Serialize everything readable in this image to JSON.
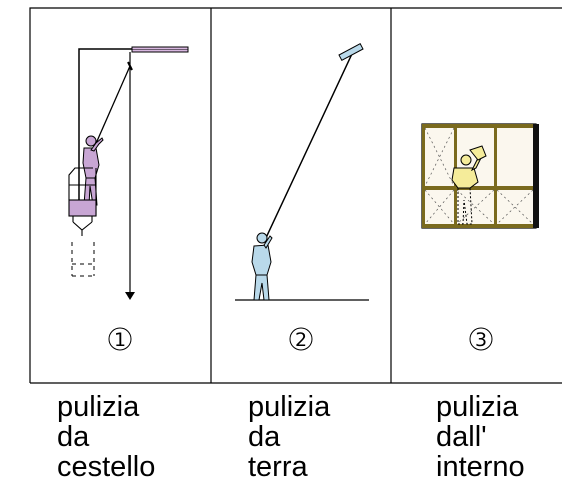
{
  "panels": [
    {
      "number": "1",
      "caption": [
        "pulizia",
        "da",
        "cestello"
      ]
    },
    {
      "number": "2",
      "caption": [
        "pulizia",
        "da",
        "terra"
      ]
    },
    {
      "number": "3",
      "caption": [
        "pulizia",
        "dall'",
        "interno"
      ]
    }
  ],
  "colors": {
    "worker_1": "#c8a6d4",
    "worker_2": "#b9d9ea",
    "worker_3": "#f5ec9a",
    "window_frame": "#7a6a1e",
    "window_glass": "#fbf7ee"
  }
}
